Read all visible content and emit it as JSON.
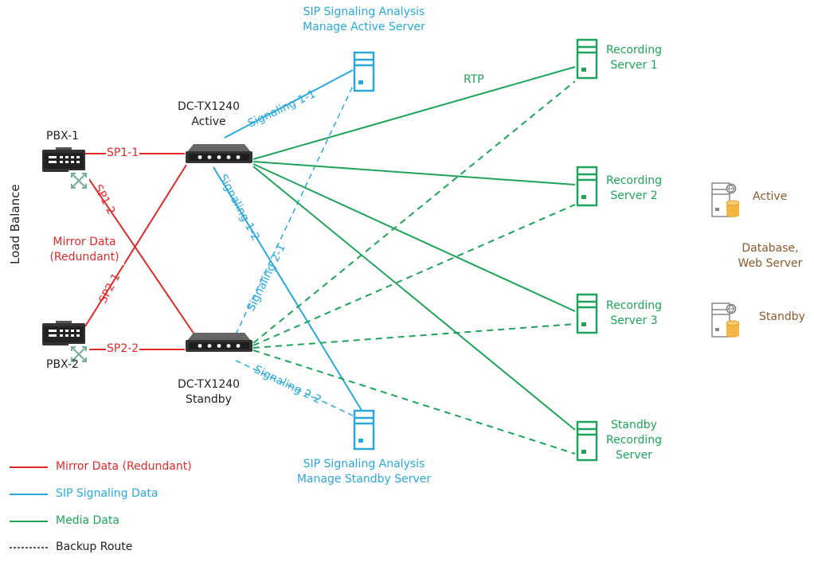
{
  "colors": {
    "mirror": "#e02a2a",
    "sip": "#2aa8dc",
    "media": "#1fa35a",
    "backup": "#222222",
    "db": "#8a5a2b"
  },
  "side_label": "Load Balance",
  "pbx": [
    {
      "label": "PBX-1"
    },
    {
      "label": "PBX-2"
    }
  ],
  "switches": [
    {
      "name": "DC-TX1240",
      "state": "Active"
    },
    {
      "name": "DC-TX1240",
      "state": "Standby"
    }
  ],
  "sip_servers": [
    {
      "line1": "SIP Signaling Analysis",
      "line2": "Manage Active Server"
    },
    {
      "line1": "SIP Signaling Analysis",
      "line2": "Manage Standby Server"
    }
  ],
  "recording_servers": [
    {
      "line1": "Recording",
      "line2": "Server 1"
    },
    {
      "line1": "Recording",
      "line2": "Server 2"
    },
    {
      "line1": "Recording",
      "line2": "Server 3"
    },
    {
      "line1": "Standby",
      "line2": "Recording",
      "line3": "Server"
    }
  ],
  "db_servers": {
    "active": "Active",
    "standby": "Standby",
    "caption_line1": "Database,",
    "caption_line2": "Web Server"
  },
  "link_labels": {
    "sp1_1": "SP1-1",
    "sp1_2": "SP1-2",
    "sp2_1": "SP2-1",
    "sp2_2": "SP2-2",
    "mirror_line1": "Mirror Data",
    "mirror_line2": "(Redundant)",
    "sig_1_1": "Signaling 1-1",
    "sig_1_2": "Signaling 1-2",
    "sig_2_1": "Signaling 2-1",
    "sig_2_2": "Signaling 2-2",
    "rtp": "RTP"
  },
  "legend": [
    {
      "label": "Mirror Data (Redundant)",
      "color": "#e02a2a",
      "style": "solid"
    },
    {
      "label": "SIP Signaling Data",
      "color": "#2aa8dc",
      "style": "solid"
    },
    {
      "label": "Media Data",
      "color": "#1fa35a",
      "style": "solid"
    },
    {
      "label": "Backup Route",
      "color": "#222222",
      "style": "dashed"
    }
  ]
}
